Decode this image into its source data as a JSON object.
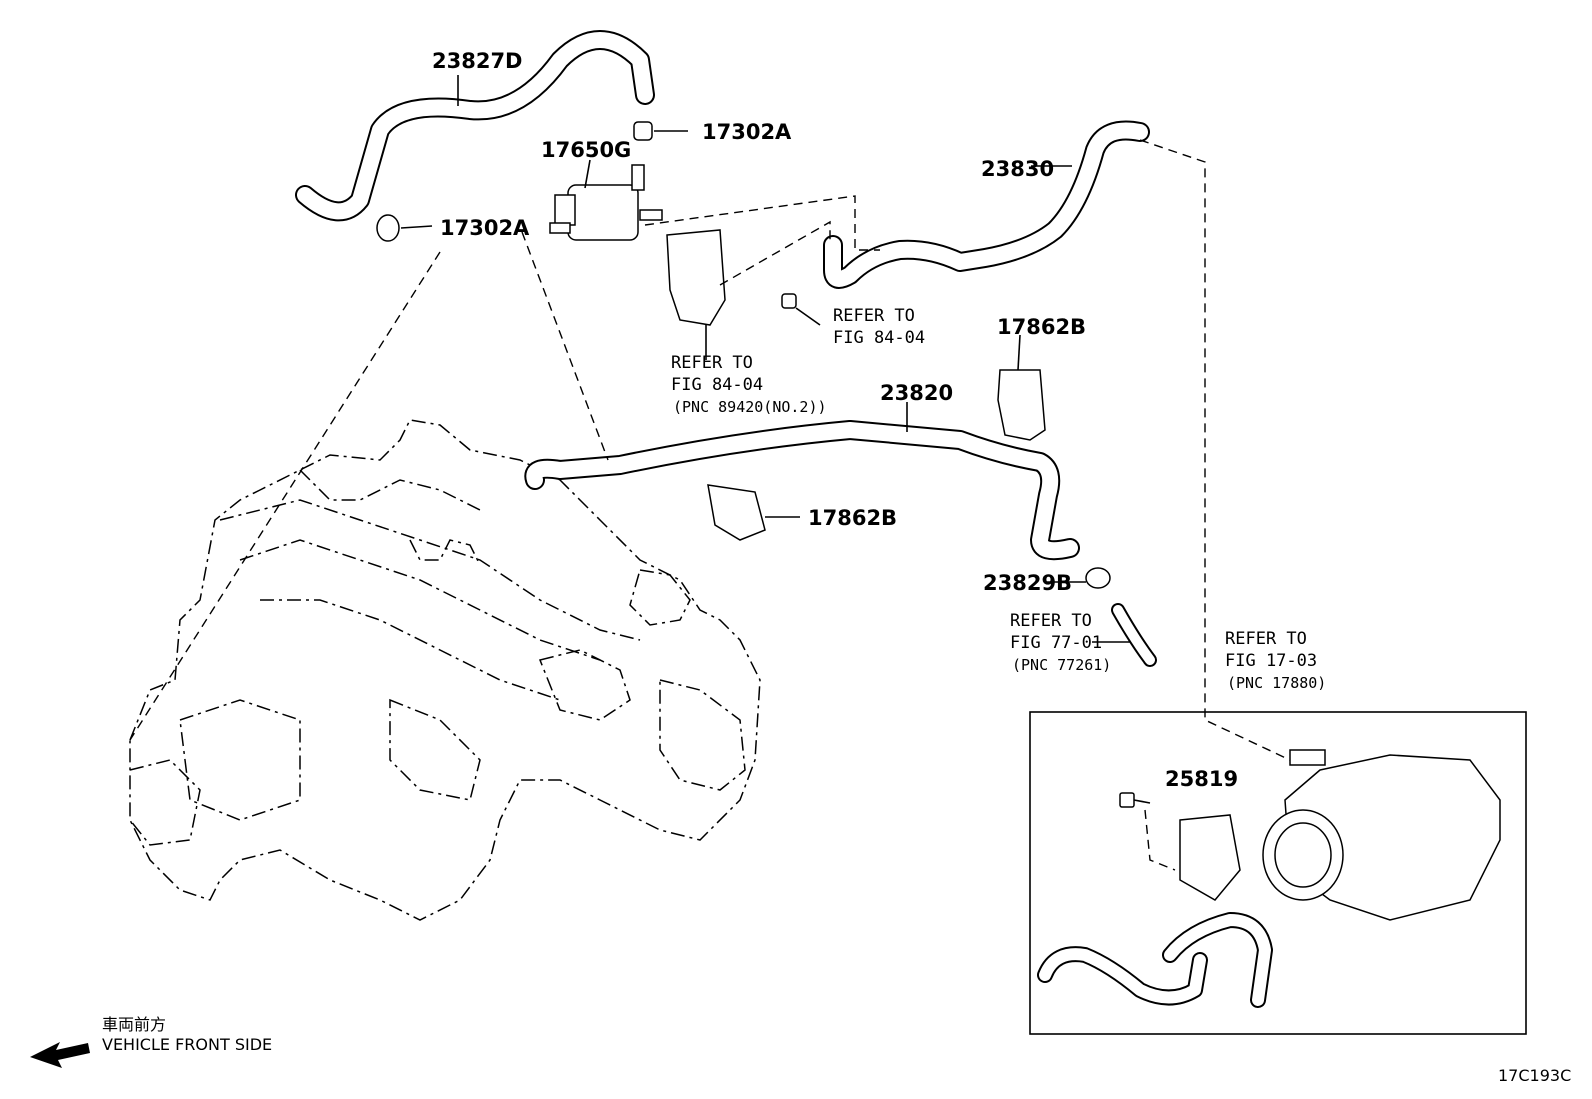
{
  "parts": {
    "hose_upper_left": "23827D",
    "clamp_top": "17302A",
    "vsv": "17650G",
    "clamp_left": "17302A",
    "hose_right": "23830",
    "bracket_upper": "17862B",
    "hose_middle": "23820",
    "bracket_lower": "17862B",
    "clip": "23829B",
    "throttle_bolt": "25819"
  },
  "refs": {
    "ref_8404_a_line1": "REFER TO",
    "ref_8404_a_line2": "FIG 84-04",
    "ref_8404_b_line1": "REFER TO",
    "ref_8404_b_line2": "FIG 84-04",
    "ref_8404_b_line3": "(PNC 89420(NO.2))",
    "ref_7701_line1": "REFER TO",
    "ref_7701_line2": "FIG 77-01",
    "ref_7701_line3": "(PNC 77261)",
    "ref_1703_line1": "REFER TO",
    "ref_1703_line2": "FIG 17-03",
    "ref_1703_line3": "(PNC 17880)"
  },
  "legend": {
    "japanese": "車両前方",
    "english": "VEHICLE FRONT SIDE"
  },
  "figure_code": "17C193C"
}
